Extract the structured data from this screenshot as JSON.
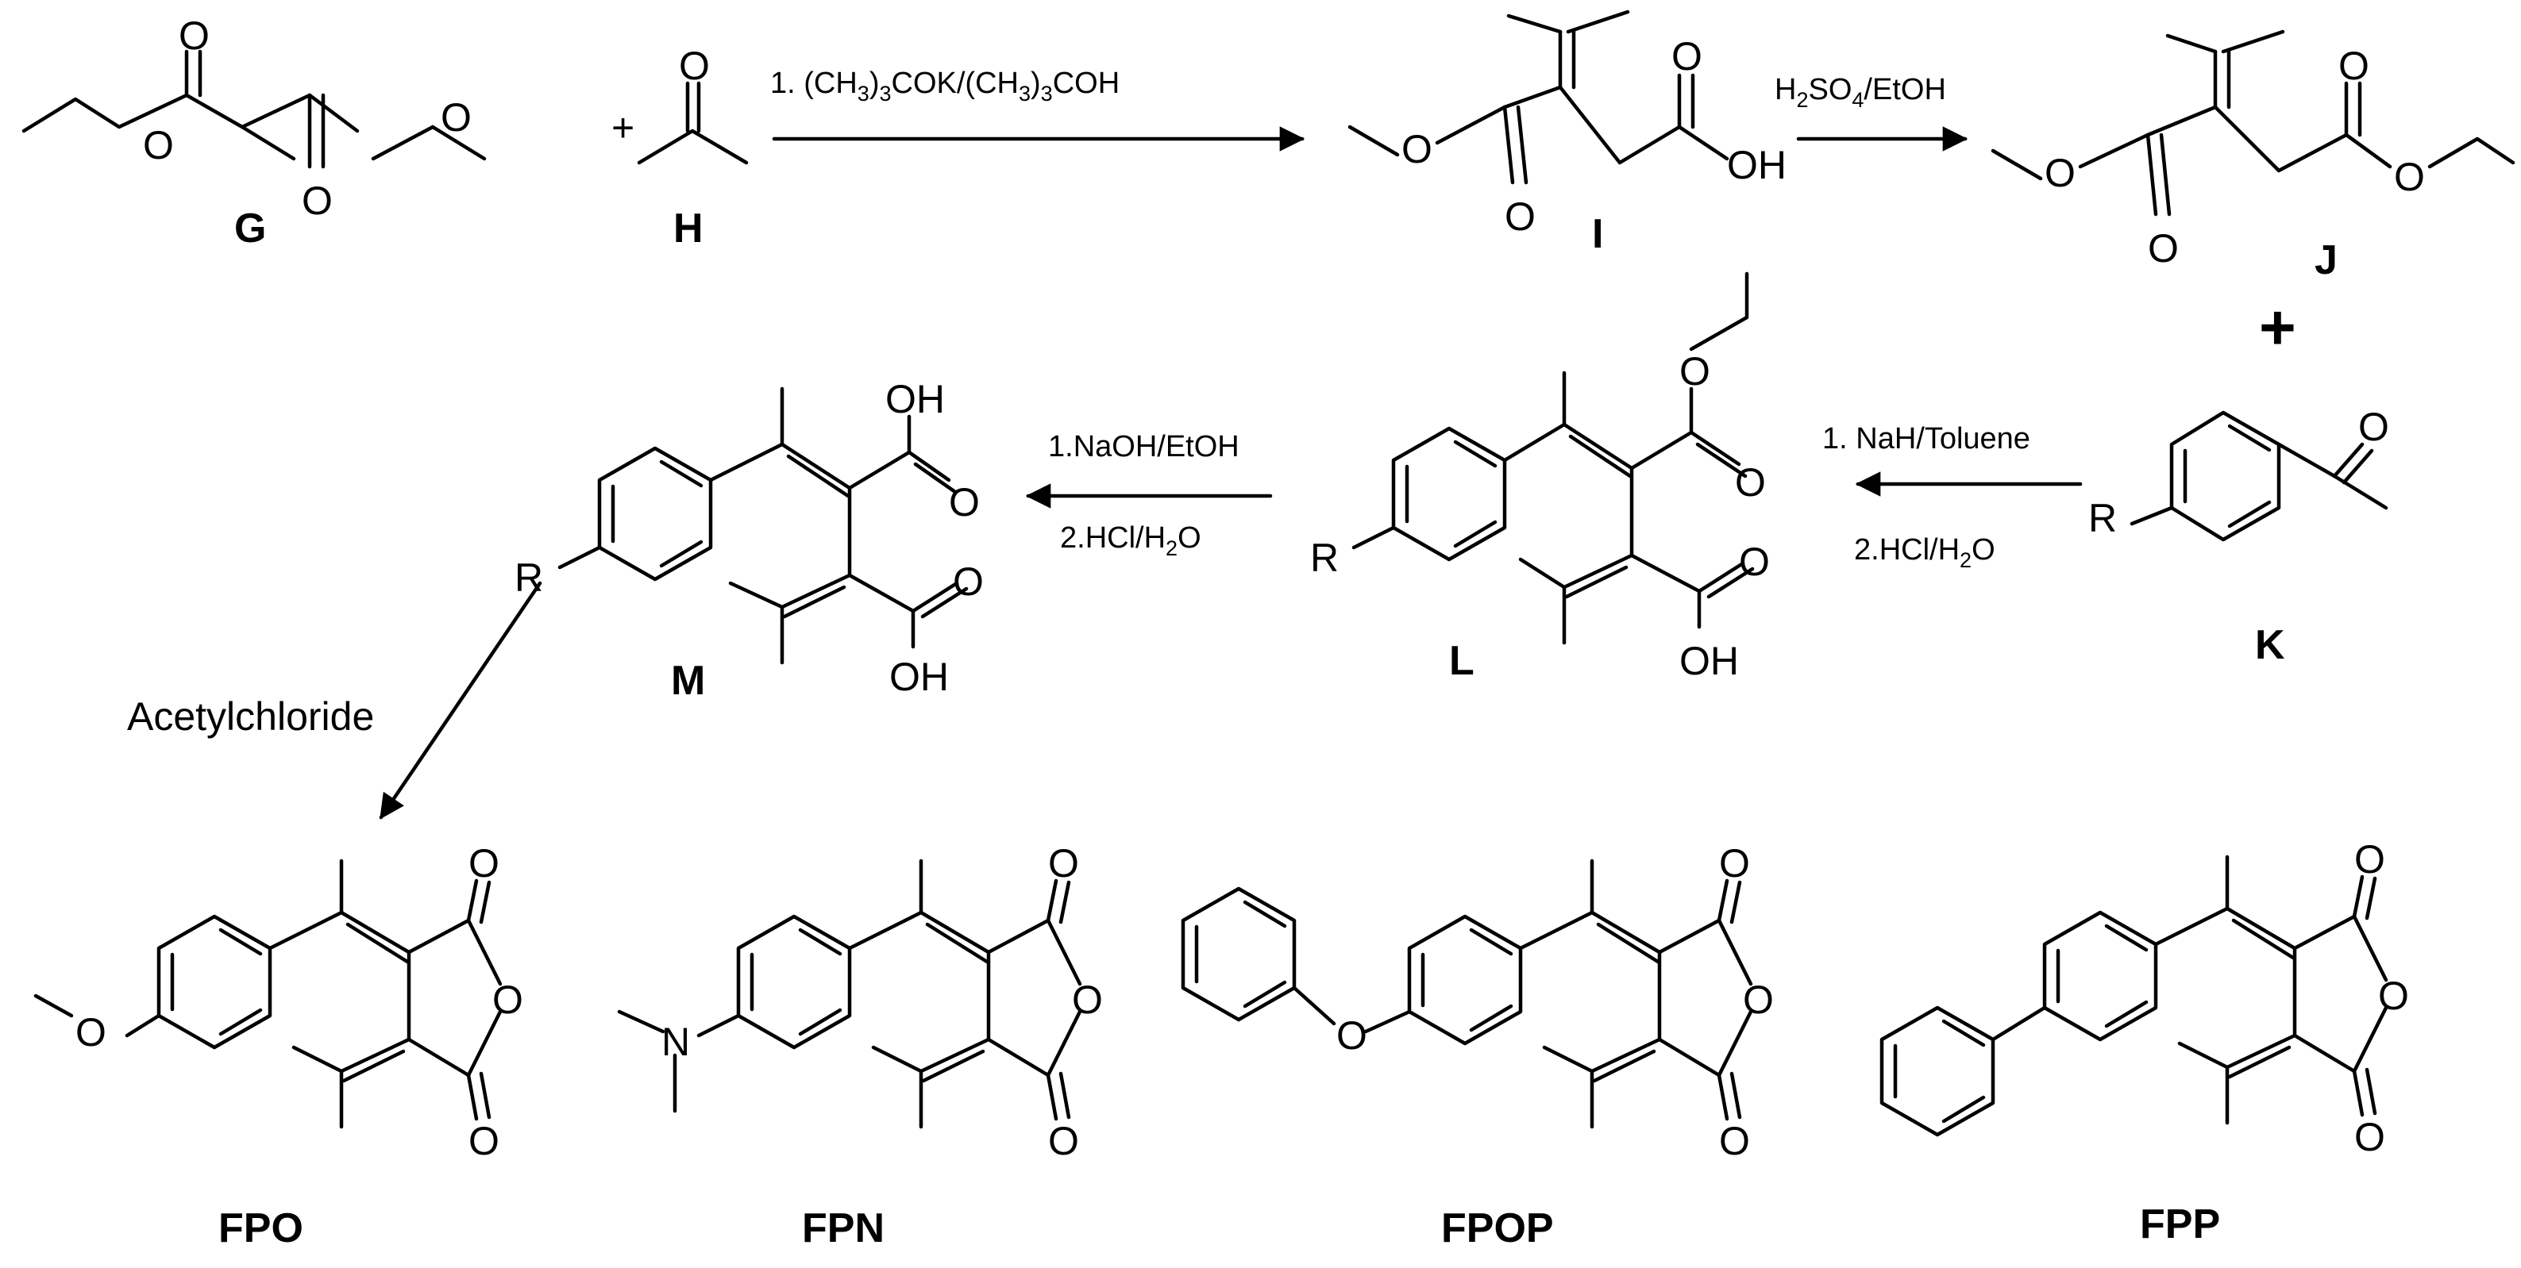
{
  "compounds": {
    "G": "G",
    "H": "H",
    "I": "I",
    "J": "J",
    "K": "K",
    "L": "L",
    "M": "M",
    "FPO": "FPO",
    "FPN": "FPN",
    "FPOP": "FPOP",
    "FPP": "FPP"
  },
  "reagents": {
    "step1": {
      "prefix": "1. (CH",
      "s1": "3",
      "mid1": ")",
      "s2": "3",
      "mid2": "COK/(CH",
      "s3": "3",
      "mid3": ")",
      "s4": "3",
      "suffix": "COH"
    },
    "step2": {
      "a": "H",
      "s1": "2",
      "b": "SO",
      "s2": "4",
      "c": "/EtOH"
    },
    "step3": {
      "line1": "1. NaH/Toluene",
      "line2a": "2.HCl/H",
      "s1": "2",
      "line2b": "O"
    },
    "step4": {
      "line1": "1.NaOH/EtOH",
      "line2a": "2.HCl/H",
      "s1": "2",
      "line2b": "O"
    },
    "step5": "Acetylchloride"
  },
  "plus_signs": {
    "small": "+",
    "big": "+"
  },
  "atoms": {
    "O": "O",
    "OH": "OH",
    "R": "R",
    "N": "N"
  }
}
